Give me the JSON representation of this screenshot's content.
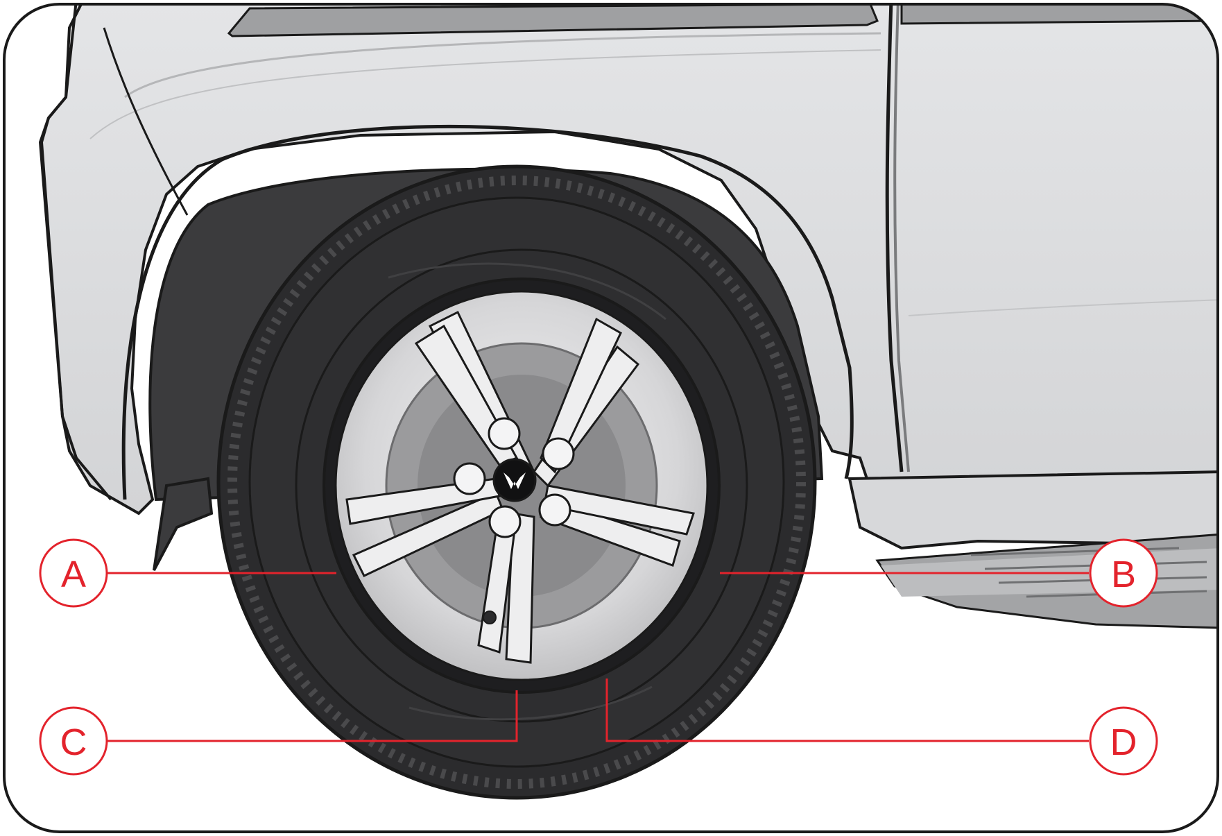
{
  "colors": {
    "accent": "#e3232c",
    "body_fill": "#dcdddf",
    "body_shade": "#c9cacc",
    "outline": "#1a1a1a",
    "tire": "#2b2b2d",
    "tire_tread": "#3a3a3c",
    "wheel_well": "#3b3b3d",
    "rim": "#d8d8da",
    "rim_inner": "#9b9b9d",
    "step": "#8c8d8f"
  },
  "icons": {
    "hub_logo": "brand-logo-icon"
  },
  "callouts": [
    {
      "id": "A",
      "label": "A"
    },
    {
      "id": "B",
      "label": "B"
    },
    {
      "id": "C",
      "label": "C"
    },
    {
      "id": "D",
      "label": "D"
    }
  ]
}
